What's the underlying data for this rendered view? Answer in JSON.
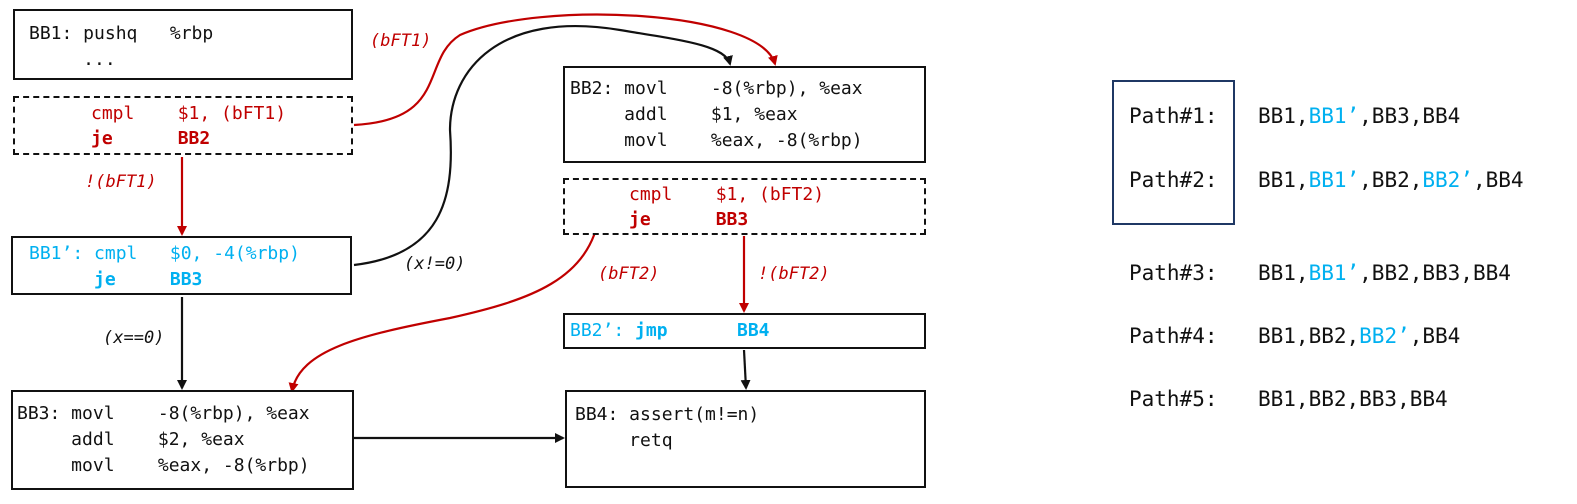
{
  "blocks": {
    "bb1": {
      "lines": [
        "BB1: pushq   %rbp",
        "     ..."
      ]
    },
    "bb1_cond": {
      "line1": "cmpl    $1, (bFT1)",
      "line2": "je      BB2"
    },
    "bb1p": {
      "line1": "BB1’: cmpl   $0, -4(%rbp)",
      "line2": "      je     BB3"
    },
    "bb2": {
      "lines": [
        "BB2: movl    -8(%rbp), %eax",
        "     addl    $1, %eax",
        "     movl    %eax, -8(%rbp)"
      ]
    },
    "bb2_cond": {
      "line1": "cmpl    $1, (bFT2)",
      "line2": "je      BB3"
    },
    "bb2p": {
      "prefix": "BB2’: ",
      "op": "jmp",
      "target": "BB4"
    },
    "bb3": {
      "lines": [
        "BB3: movl    -8(%rbp), %eax",
        "     addl    $2, %eax",
        "     movl    %eax, -8(%rbp)"
      ]
    },
    "bb4": {
      "lines": [
        "BB4: assert(m!=n)",
        "     retq"
      ]
    }
  },
  "edge_labels": {
    "bft1": "(bFT1)",
    "not_bft1": "!(bFT1)",
    "x_ne_0": "(x!=0)",
    "x_eq_0": "(x==0)",
    "bft2": "(bFT2)",
    "not_bft2": "!(bFT2)"
  },
  "paths": [
    {
      "label": "Path#1:",
      "segments": [
        {
          "t": "BB1,",
          "c": "black"
        },
        {
          "t": "BB1’",
          "c": "blue"
        },
        {
          "t": ",BB3,BB4",
          "c": "black"
        }
      ]
    },
    {
      "label": "Path#2:",
      "segments": [
        {
          "t": "BB1,",
          "c": "black"
        },
        {
          "t": "BB1’",
          "c": "blue"
        },
        {
          "t": ",BB2,",
          "c": "black"
        },
        {
          "t": "BB2’",
          "c": "blue"
        },
        {
          "t": ",BB4",
          "c": "black"
        }
      ]
    },
    {
      "label": "Path#3:",
      "segments": [
        {
          "t": "BB1,",
          "c": "black"
        },
        {
          "t": "BB1’",
          "c": "blue"
        },
        {
          "t": ",BB2,BB3,BB4",
          "c": "black"
        }
      ]
    },
    {
      "label": "Path#4:",
      "segments": [
        {
          "t": "BB1,BB2,",
          "c": "black"
        },
        {
          "t": "BB2’",
          "c": "blue"
        },
        {
          "t": ",BB4",
          "c": "black"
        }
      ]
    },
    {
      "label": "Path#5:",
      "segments": [
        {
          "t": "BB1,BB2,BB3,BB4",
          "c": "black"
        }
      ]
    }
  ],
  "colors": {
    "black": "#111111",
    "red": "#c00000",
    "blue": "#00b0f0",
    "legend_border": "#1f3864"
  }
}
